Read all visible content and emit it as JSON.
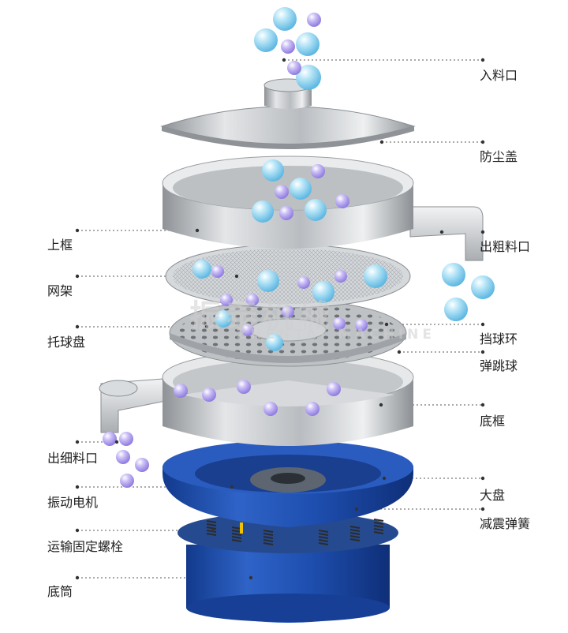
{
  "watermark": {
    "cn": "振泰机械",
    "en": "ZHENTAI MACHINE"
  },
  "colors": {
    "leader": "#555555",
    "label": "#222222",
    "steel": "#c9ccd0",
    "blue_base": "#1f4fb0",
    "ball_blue": "#8fd3f0",
    "ball_purple": "#b7a6ef"
  },
  "labels": {
    "left": [
      {
        "key": "upper_frame",
        "text": "上框"
      },
      {
        "key": "mesh_frame",
        "text": "网架"
      },
      {
        "key": "ball_tray",
        "text": "托球盘"
      },
      {
        "key": "fine_outlet",
        "text": "出细料口"
      },
      {
        "key": "motor",
        "text": "振动电机"
      },
      {
        "key": "transport_bolt",
        "text": "运输固定螺栓"
      },
      {
        "key": "base_cylinder",
        "text": "底筒"
      }
    ],
    "right": [
      {
        "key": "inlet",
        "text": "入料口"
      },
      {
        "key": "dust_cover",
        "text": "防尘盖"
      },
      {
        "key": "coarse_outlet",
        "text": "出粗料口"
      },
      {
        "key": "ball_ring",
        "text": "挡球环"
      },
      {
        "key": "bouncing_ball",
        "text": "弹跳球"
      },
      {
        "key": "bottom_frame",
        "text": "底框"
      },
      {
        "key": "large_plate",
        "text": "大盘"
      },
      {
        "key": "damping_spring",
        "text": "减震弹簧"
      }
    ]
  }
}
